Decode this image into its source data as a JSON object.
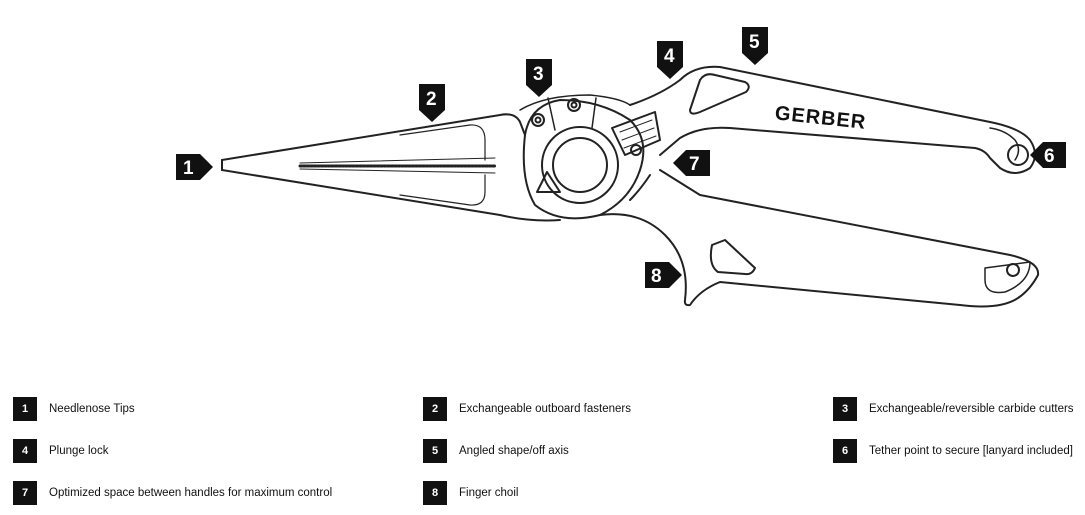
{
  "diagram": {
    "brand": "GERBER",
    "callouts": [
      "1",
      "2",
      "3",
      "4",
      "5",
      "6",
      "7",
      "8"
    ]
  },
  "legend": [
    {
      "num": "1",
      "label": "Needlenose Tips"
    },
    {
      "num": "2",
      "label": "Exchangeable outboard fasteners"
    },
    {
      "num": "3",
      "label": "Exchangeable/reversible carbide cutters"
    },
    {
      "num": "4",
      "label": "Plunge lock"
    },
    {
      "num": "5",
      "label": "Angled shape/off axis"
    },
    {
      "num": "6",
      "label": "Tether point to secure [lanyard included]"
    },
    {
      "num": "7",
      "label": "Optimized space between handles for maximum control"
    },
    {
      "num": "8",
      "label": "Finger choil"
    }
  ]
}
